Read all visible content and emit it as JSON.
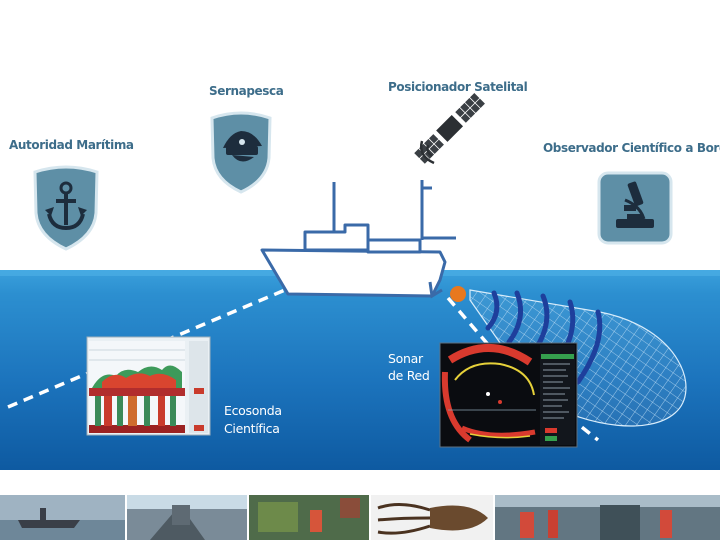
{
  "labels": {
    "autoridad": "Autoridad Marítima",
    "sernapesca": "Sernapesca",
    "satelital": "Posicionador Satelital",
    "observador": "Observador Científico a Bordo",
    "sonar_1": "Sonar",
    "sonar_2": "de Red",
    "ecosonda_1": "Ecosonda",
    "ecosonda_2": "Científica"
  },
  "icons": {
    "autoridad": "anchor-shield-icon",
    "sernapesca": "police-cap-shield-icon",
    "satelital": "satellite-icon",
    "observador": "microscope-icon"
  },
  "colors": {
    "label_text": "#3d6d8a",
    "ocean_top": "#2a8fcf",
    "ocean_bottom": "#0e5da3",
    "vessel_outline": "#3a6aa8",
    "sonar_waves": "#1e3f9c",
    "shield_fill": "#5e8fa6",
    "beacon": "#e8781e"
  },
  "photo_strip": [
    "fishing-vessel-photo",
    "trawler-deck-photo",
    "net-crew-photo",
    "squid-photo",
    "onboard-workers-photo"
  ]
}
